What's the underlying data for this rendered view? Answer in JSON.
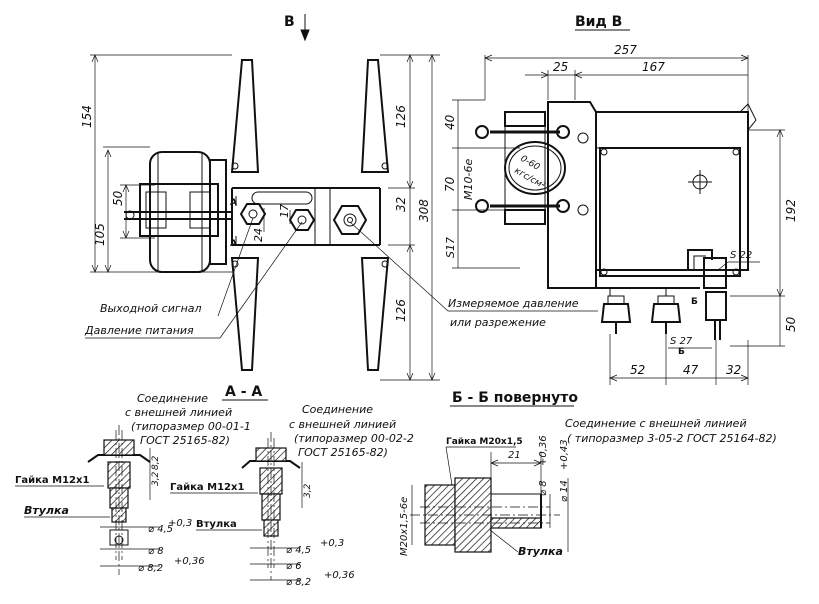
{
  "view_b_arrow": {
    "letter": "В"
  },
  "vid_b": {
    "title": "Вид В"
  },
  "section_aa": {
    "title": "А - А"
  },
  "section_bb": {
    "title": "Б - Б повернуто"
  },
  "section_marks": {
    "a": "А",
    "b": "Б"
  },
  "labels": {
    "output_signal": "Выходной сигнал",
    "supply_pressure": "Давление питания",
    "measured_pressure_1": "Измеряемое давление",
    "measured_pressure_2": "или разрежение"
  },
  "connection_1": {
    "line1": "Соединение",
    "line2": "с внешней линией",
    "line3": "(типоразмер 00-01-1",
    "line4": "ГОСТ 25165-82)",
    "nut": "Гайка М12х1",
    "sleeve": "Втулка"
  },
  "connection_2": {
    "line1": "Соединение",
    "line2": "с внешней линией",
    "line3": "(типоразмер 00-02-2",
    "line4": "ГОСТ 25165-82)",
    "nut": "Гайка М12х1",
    "sleeve": "Втулка"
  },
  "connection_3": {
    "line1": "Соединение с внешней линией",
    "line2": "( типоразмер 3-05-2 ГОСТ 25164-82)",
    "nut": "Гайка М20х1,5",
    "sleeve": "Втулка"
  },
  "dims_front": {
    "d154": "154",
    "d105": "105",
    "d50": "50",
    "d24": "24",
    "d17": "17",
    "d32": "32",
    "d308": "308",
    "d126_top": "126",
    "d126_bottom": "126"
  },
  "dims_side": {
    "d257": "257",
    "d25": "25",
    "d167": "167",
    "d40": "40",
    "d70": "70",
    "m10": "М10-6е",
    "s17": "S17",
    "d192": "192",
    "s22": "S 22",
    "s27": "S 27",
    "d50": "50",
    "d52": "52",
    "d47": "47",
    "d32": "32",
    "plate_1": "0-60",
    "plate_2": "кгс/см²"
  },
  "dims_aa1": {
    "d32": "3,2",
    "d82": "8,2",
    "d45": "⌀ 4,5",
    "d45_tol": "+0,3",
    "d8": "⌀ 8",
    "d82_dia": "⌀ 8,2",
    "d82_tol": "+0,36"
  },
  "dims_aa2": {
    "d32": "3,2",
    "d45": "⌀ 4,5",
    "d45_tol": "+0,3",
    "d6": "⌀ 6",
    "d82_dia": "⌀ 8,2",
    "d82_tol": "+0,36"
  },
  "dims_bb": {
    "d21": "21",
    "d8": "⌀ 8",
    "d8_tol": "+0,36",
    "d14": "⌀ 14",
    "d14_tol": "+0,43",
    "m20": "М20х1,5-6е"
  }
}
